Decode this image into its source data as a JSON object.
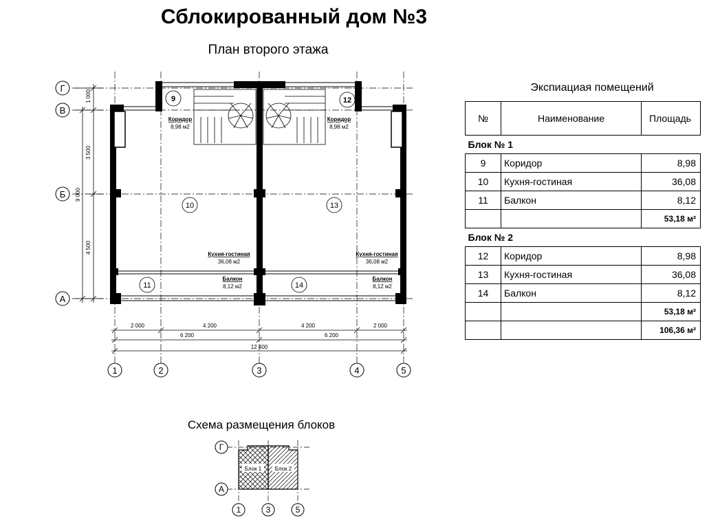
{
  "title": "Сблокированный дом №3",
  "plan": {
    "title": "План второго этажа",
    "axes_rows": [
      "Г",
      "В",
      "Б",
      "А"
    ],
    "axes_cols": [
      "1",
      "2",
      "3",
      "4",
      "5"
    ],
    "dims_vertical": [
      "1 000",
      "3 500",
      "4 500",
      "9 000"
    ],
    "dims_horizontal": {
      "row1": [
        "2 000",
        "4 200",
        "4 200",
        "2 000"
      ],
      "row2": [
        "6 200",
        "6 200"
      ],
      "row3": [
        "12 400"
      ]
    },
    "rooms": [
      {
        "num": "9",
        "name": "Коридор",
        "area": "8,98 м2"
      },
      {
        "num": "12",
        "name": "Коридор",
        "area": "8,98 м2"
      },
      {
        "num": "10",
        "name": "Кухня-гостиная",
        "area": "36,08 м2"
      },
      {
        "num": "13",
        "name": "Кухня-гостиная",
        "area": "36,08 м2"
      },
      {
        "num": "11",
        "name": "Балкон",
        "area": "8,12 м2"
      },
      {
        "num": "14",
        "name": "Балкон",
        "area": "8,12 м2"
      }
    ]
  },
  "explication": {
    "title": "Экспиациая помещений",
    "headers": [
      "№",
      "Наименование",
      "Площадь"
    ],
    "blocks": [
      {
        "label": "Блок № 1",
        "rows": [
          {
            "num": "9",
            "name": "Коридор",
            "area": "8,98"
          },
          {
            "num": "10",
            "name": "Кухня-гостиная",
            "area": "36,08"
          },
          {
            "num": "11",
            "name": "Балкон",
            "area": "8,12"
          }
        ],
        "total": "53,18 м²"
      },
      {
        "label": "Блок № 2",
        "rows": [
          {
            "num": "12",
            "name": "Коридор",
            "area": "8,98"
          },
          {
            "num": "13",
            "name": "Кухня-гостиная",
            "area": "36,08"
          },
          {
            "num": "14",
            "name": "Балкон",
            "area": "8,12"
          }
        ],
        "total": "53,18 м²"
      }
    ],
    "grand_total": "106,36 м²"
  },
  "scheme": {
    "title": "Схема размещения блоков",
    "block1_label": "Блок 1",
    "block2_label": "Блок 2",
    "axes_rows": [
      "Г",
      "А"
    ],
    "axes_cols": [
      "1",
      "3",
      "5"
    ]
  }
}
